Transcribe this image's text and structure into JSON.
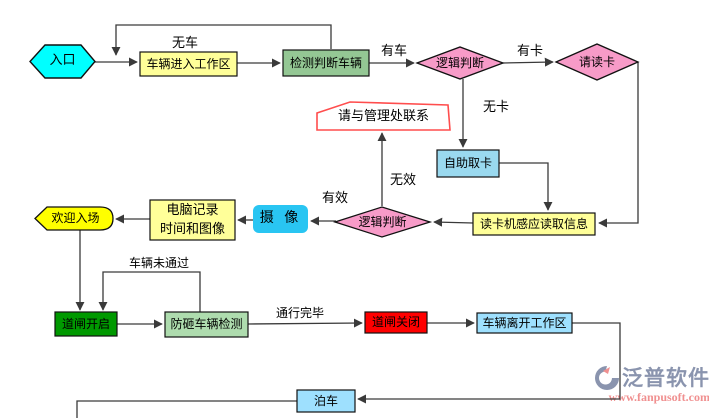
{
  "diagram": {
    "nodes": {
      "entrance": {
        "label": "入口"
      },
      "enter_work_area": {
        "label": "车辆进入工作区"
      },
      "detect_vehicle": {
        "label": "检测判断车辆"
      },
      "logic_judge_top": {
        "label": "逻辑判断"
      },
      "please_read_card": {
        "label": "请读卡"
      },
      "contact_management": {
        "label": "请与管理处联系"
      },
      "self_service_card": {
        "label": "自助取卡"
      },
      "card_reader_info": {
        "label": "读卡机感应读取信息"
      },
      "logic_judge_mid": {
        "label": "逻辑判断"
      },
      "camera": {
        "label": "摄 像"
      },
      "computer_record": {
        "label": "电脑记录\n时间和图像"
      },
      "welcome": {
        "label": "欢迎入场"
      },
      "gate_open": {
        "label": "道闸开启"
      },
      "anti_smash_detect": {
        "label": "防砸车辆检测"
      },
      "gate_close": {
        "label": "道闸关闭"
      },
      "leave_work_area": {
        "label": "车辆离开工作区"
      },
      "parking": {
        "label": "泊车"
      }
    },
    "edge_labels": {
      "no_vehicle": "无车",
      "has_vehicle": "有车",
      "has_card": "有卡",
      "no_card": "无卡",
      "invalid": "无效",
      "valid": "有效",
      "vehicle_not_passed": "车辆未通过",
      "passage_complete": "通行完毕"
    },
    "colors": {
      "cyan": "#00FFFF",
      "yellow_light": "#FFFF99",
      "yellow_bright": "#FFFF00",
      "green_medium": "#94C794",
      "green_dark": "#009900",
      "green_light": "#AEDCAE",
      "pink": "#F79BC8",
      "red": "#FF0000",
      "blue_light": "#9AD9EF",
      "blue_sky": "#9EE0FE",
      "blue_camera": "#29C5F2",
      "callout_fill": "#FFFFFF",
      "callout_border": "#FF4D4D"
    }
  },
  "watermark": {
    "brand": "泛普软件",
    "url": "www.fanpusoft.com",
    "brand_color": "#8A94AE",
    "url_color": "#F09090"
  }
}
